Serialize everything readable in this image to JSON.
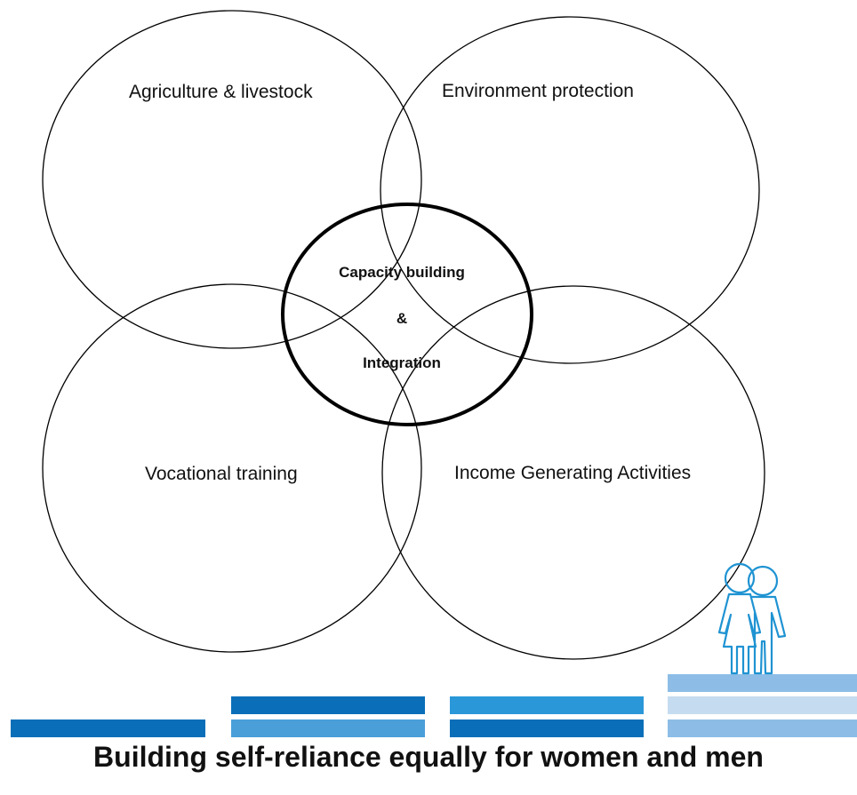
{
  "diagram": {
    "circles": [
      {
        "label": "Agriculture & livestock"
      },
      {
        "label": "Environment protection"
      },
      {
        "label": "Vocational training"
      },
      {
        "label": "Income Generating Activities"
      }
    ],
    "center": {
      "line1": "Capacity building",
      "line2": "&",
      "line3": "Integration"
    },
    "caption": "Building self-reliance equally for women and men",
    "icon": "couple-figures-icon",
    "colors": {
      "stroke": "#000000",
      "blue_dark": "#0a6fb8",
      "blue_mid": "#2a97d8",
      "blue_light": "#8dbde6",
      "blue_pale": "#c5dcf0",
      "figure": "#1f93d2"
    }
  }
}
